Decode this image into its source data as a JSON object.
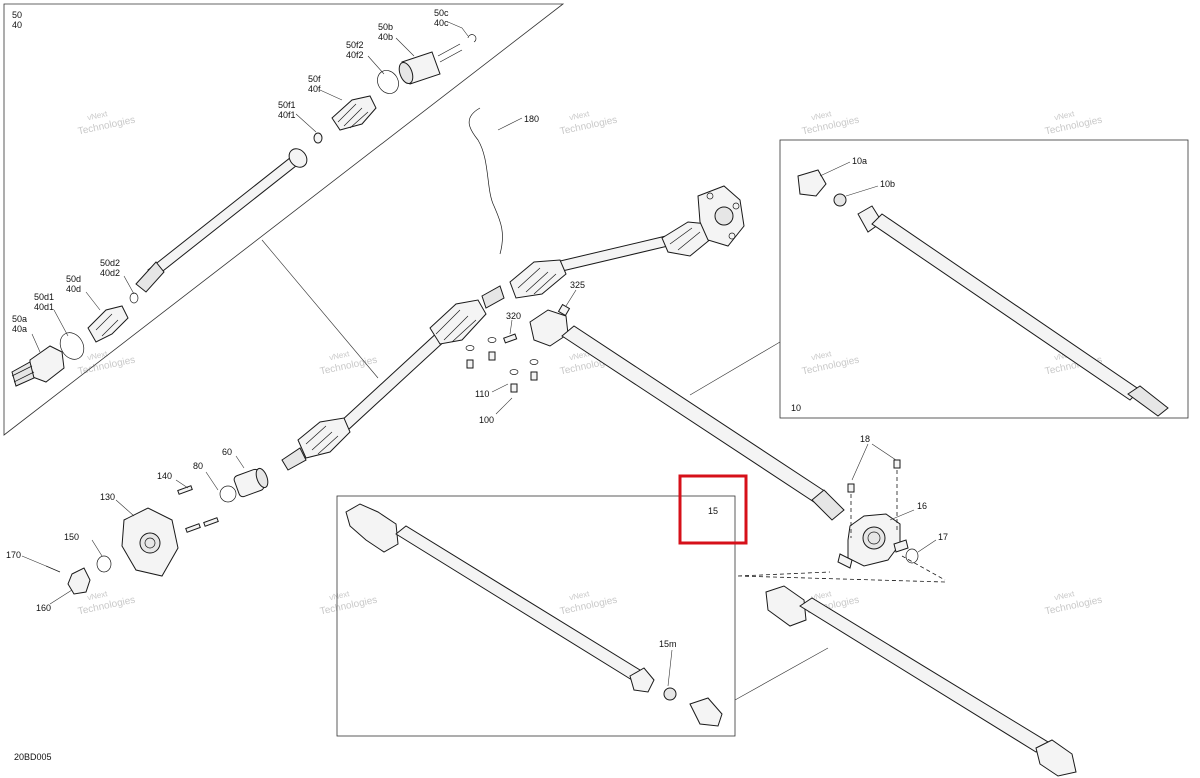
{
  "diagram_code": "20BD005",
  "callouts": {
    "c50_40": [
      "50",
      "40"
    ],
    "c50c_40c": [
      "50c",
      "40c"
    ],
    "c50b_40b": [
      "50b",
      "40b"
    ],
    "c50f2_40f2": [
      "50f2",
      "40f2"
    ],
    "c50f_40f": [
      "50f",
      "40f"
    ],
    "c50f1_40f1": [
      "50f1",
      "40f1"
    ],
    "c50d2_40d2": [
      "50d2",
      "40d2"
    ],
    "c50d_40d": [
      "50d",
      "40d"
    ],
    "c50d1_40d1": [
      "50d1",
      "40d1"
    ],
    "c50a_40a": [
      "50a",
      "40a"
    ],
    "c180": "180",
    "c325": "325",
    "c320": "320",
    "c110": "110",
    "c100": "100",
    "c60": "60",
    "c80": "80",
    "c140": "140",
    "c130": "130",
    "c150": "150",
    "c170": "170",
    "c160": "160",
    "c10a": "10a",
    "c10b": "10b",
    "c10": "10",
    "c18": "18",
    "c16": "16",
    "c17": "17",
    "c15": "15",
    "c15m": "15m"
  },
  "watermark": [
    "vNext",
    "Technologies"
  ],
  "colors": {
    "highlight": "#d6101a",
    "line": "#1a1a1a",
    "watermark": "#c9c9c9"
  }
}
